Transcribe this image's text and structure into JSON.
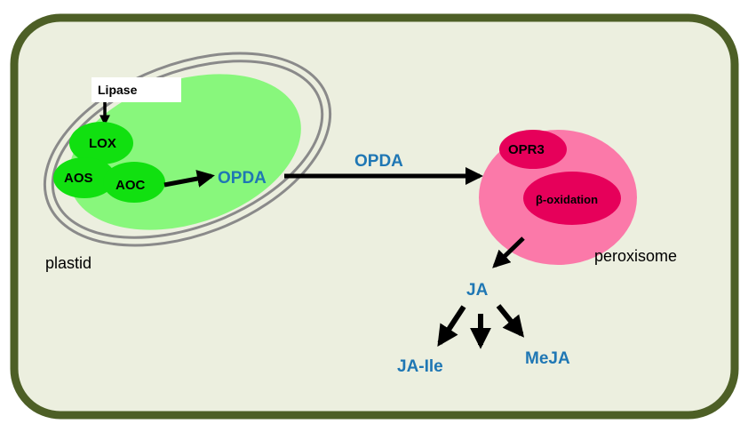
{
  "colors": {
    "cell_fill": "#ecefdf",
    "cell_border": "#4d5f26",
    "plastid_membrane": "#8a8a8a",
    "stroma": "#88f77c",
    "enzyme_green": "#11e010",
    "peroxisome": "#fb79a9",
    "enzyme_pink": "#e6005a",
    "metabolite_blue": "#1f77b4",
    "arrow": "#000000"
  },
  "labels": {
    "lipase": "Lipase",
    "lox": "LOX",
    "aos": "AOS",
    "aoc": "AOC",
    "opda_plastid": "OPDA",
    "opda_transport": "OPDA",
    "opr3": "OPR3",
    "beta_oxidation": "β-oxidation",
    "plastid": "plastid",
    "peroxisome": "peroxisome",
    "ja": "JA",
    "ja_ile": "JA-Ile",
    "meja": "MeJA"
  }
}
